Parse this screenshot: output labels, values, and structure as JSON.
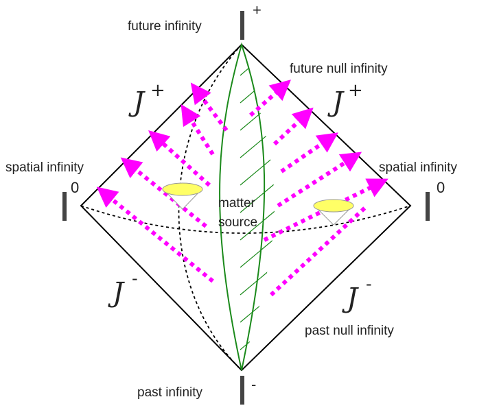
{
  "labels": {
    "future_infinity": "future infinity",
    "future_infinity_symbol": "+",
    "future_null_infinity": "future null infinity",
    "spatial_infinity": "spatial infinity",
    "spatial_infinity_symbol": "0",
    "matter_source_line1": "matter",
    "matter_source_line2": "source",
    "past_null_infinity": "past null infinity",
    "past_infinity": "past infinity",
    "past_infinity_symbol": "-",
    "scri_letter": "J",
    "scri_plus": "+",
    "scri_minus": "-"
  },
  "colors": {
    "boundary": "#000000",
    "matter_source": "#1b8a1b",
    "null_rays": "#ff00ff",
    "light_cone_top": "#ffff66",
    "i_marker": "#444444"
  }
}
